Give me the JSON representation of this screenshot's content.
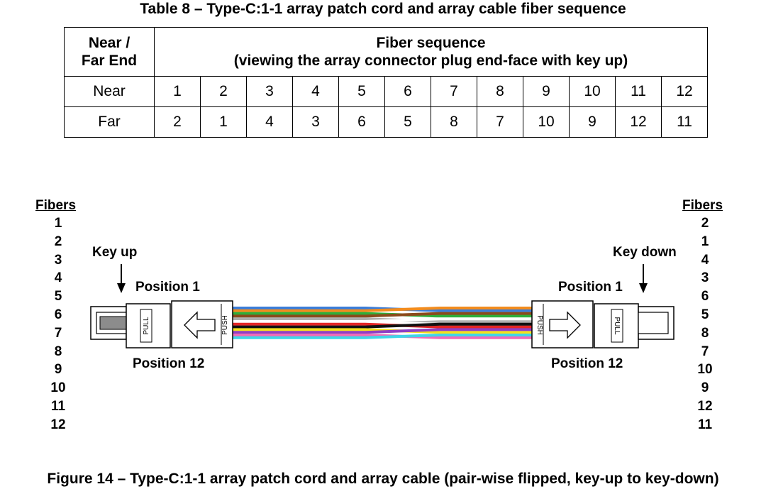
{
  "table": {
    "title": "Table 8 – Type-C:1-1 array patch cord and array cable fiber sequence",
    "header_left_line1": "Near /",
    "header_left_line2": "Far End",
    "header_main_line1": "Fiber sequence",
    "header_main_line2": "(viewing the array connector plug end-face with key up)",
    "rows": [
      {
        "label": "Near",
        "cells": [
          "1",
          "2",
          "3",
          "4",
          "5",
          "6",
          "7",
          "8",
          "9",
          "10",
          "11",
          "12"
        ]
      },
      {
        "label": "Far",
        "cells": [
          "2",
          "1",
          "4",
          "3",
          "6",
          "5",
          "8",
          "7",
          "10",
          "9",
          "12",
          "11"
        ]
      }
    ]
  },
  "diagram": {
    "left_fibers_header": "Fibers",
    "left_fibers": [
      "1",
      "2",
      "3",
      "4",
      "5",
      "6",
      "7",
      "8",
      "9",
      "10",
      "11",
      "12"
    ],
    "right_fibers_header": "Fibers",
    "right_fibers": [
      "2",
      "1",
      "4",
      "3",
      "6",
      "5",
      "8",
      "7",
      "10",
      "9",
      "12",
      "11"
    ],
    "left_key_label": "Key up",
    "right_key_label": "Key down",
    "left_position1": "Position 1",
    "left_position12": "Position 12",
    "right_position1": "Position 1",
    "right_position12": "Position 12",
    "pull_label": "PULL",
    "push_label": "PUSH",
    "fiber_colors": [
      "#3b7dd8",
      "#f28c1e",
      "#2fae3a",
      "#8b4a1c",
      "#b0b0b0",
      "#ffffff",
      "#e32626",
      "#111111",
      "#f5e11b",
      "#8e3fc4",
      "#f06ab8",
      "#3fd6e8"
    ]
  },
  "figure_caption": "Figure 14 – Type-C:1-1 array patch cord and array cable (pair-wise flipped, key-up to key-down)"
}
